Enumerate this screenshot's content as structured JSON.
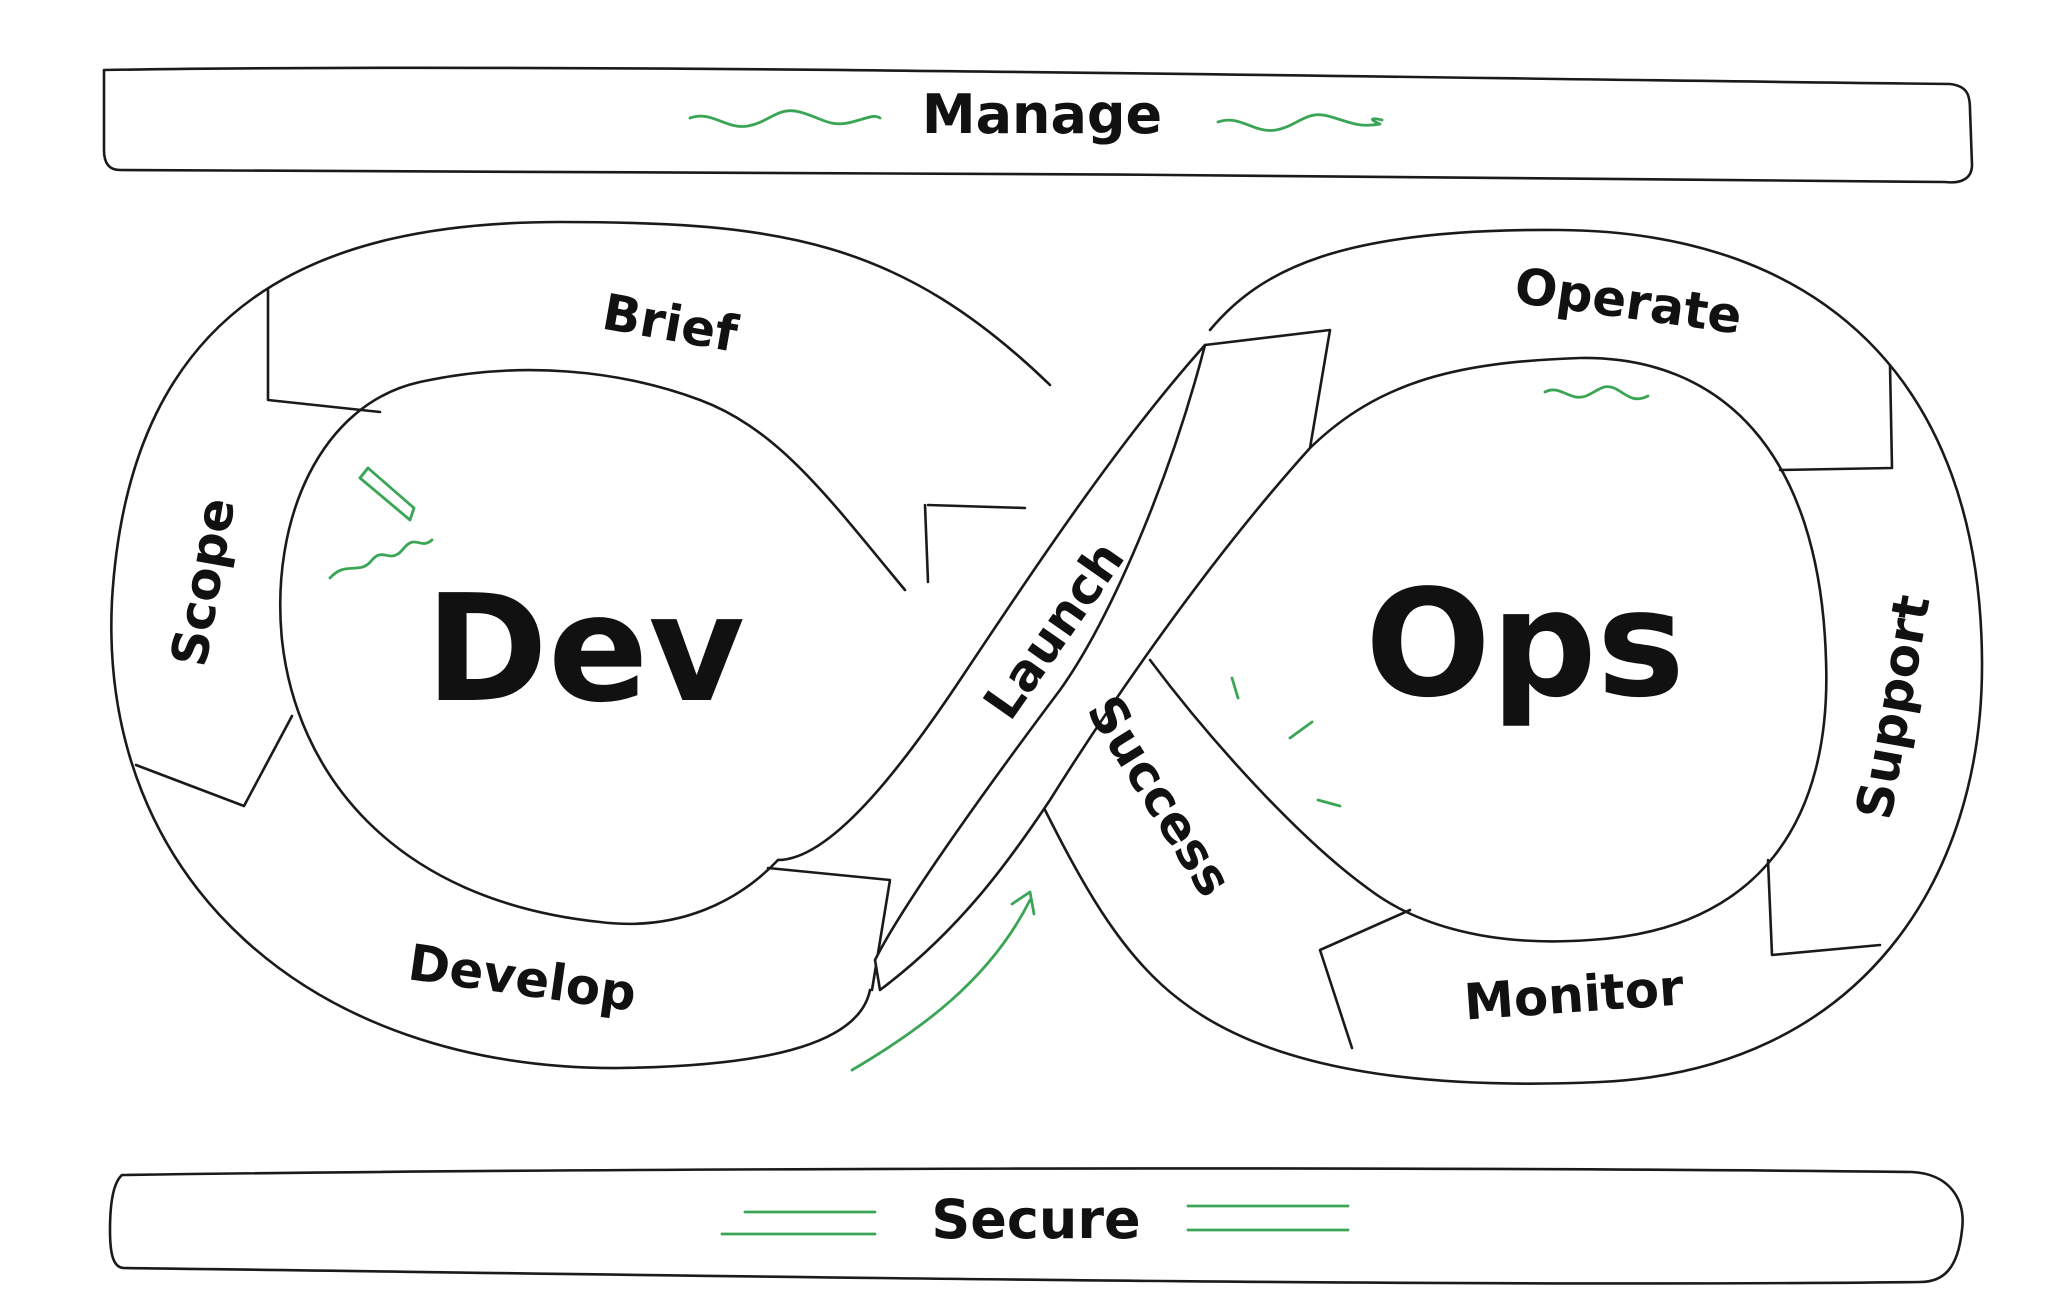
{
  "colors": {
    "ink": "#111111",
    "accent": "#3aa655",
    "background": "#ffffff"
  },
  "bands": {
    "top": "Manage",
    "bottom": "Secure"
  },
  "centers": {
    "left": "Dev",
    "right": "Ops"
  },
  "stages": {
    "brief": "Brief",
    "scope": "Scope",
    "develop": "Develop",
    "launch": "Launch",
    "success": "Success",
    "operate": "Operate",
    "support": "Support",
    "monitor": "Monitor"
  },
  "decorations": {
    "manage_squiggles": "squiggle-icon",
    "secure_lines": "double-line-icon",
    "pencil": "pencil-icon",
    "arrow": "curved-arrow-icon",
    "sparkle": "sparkle-icon"
  }
}
